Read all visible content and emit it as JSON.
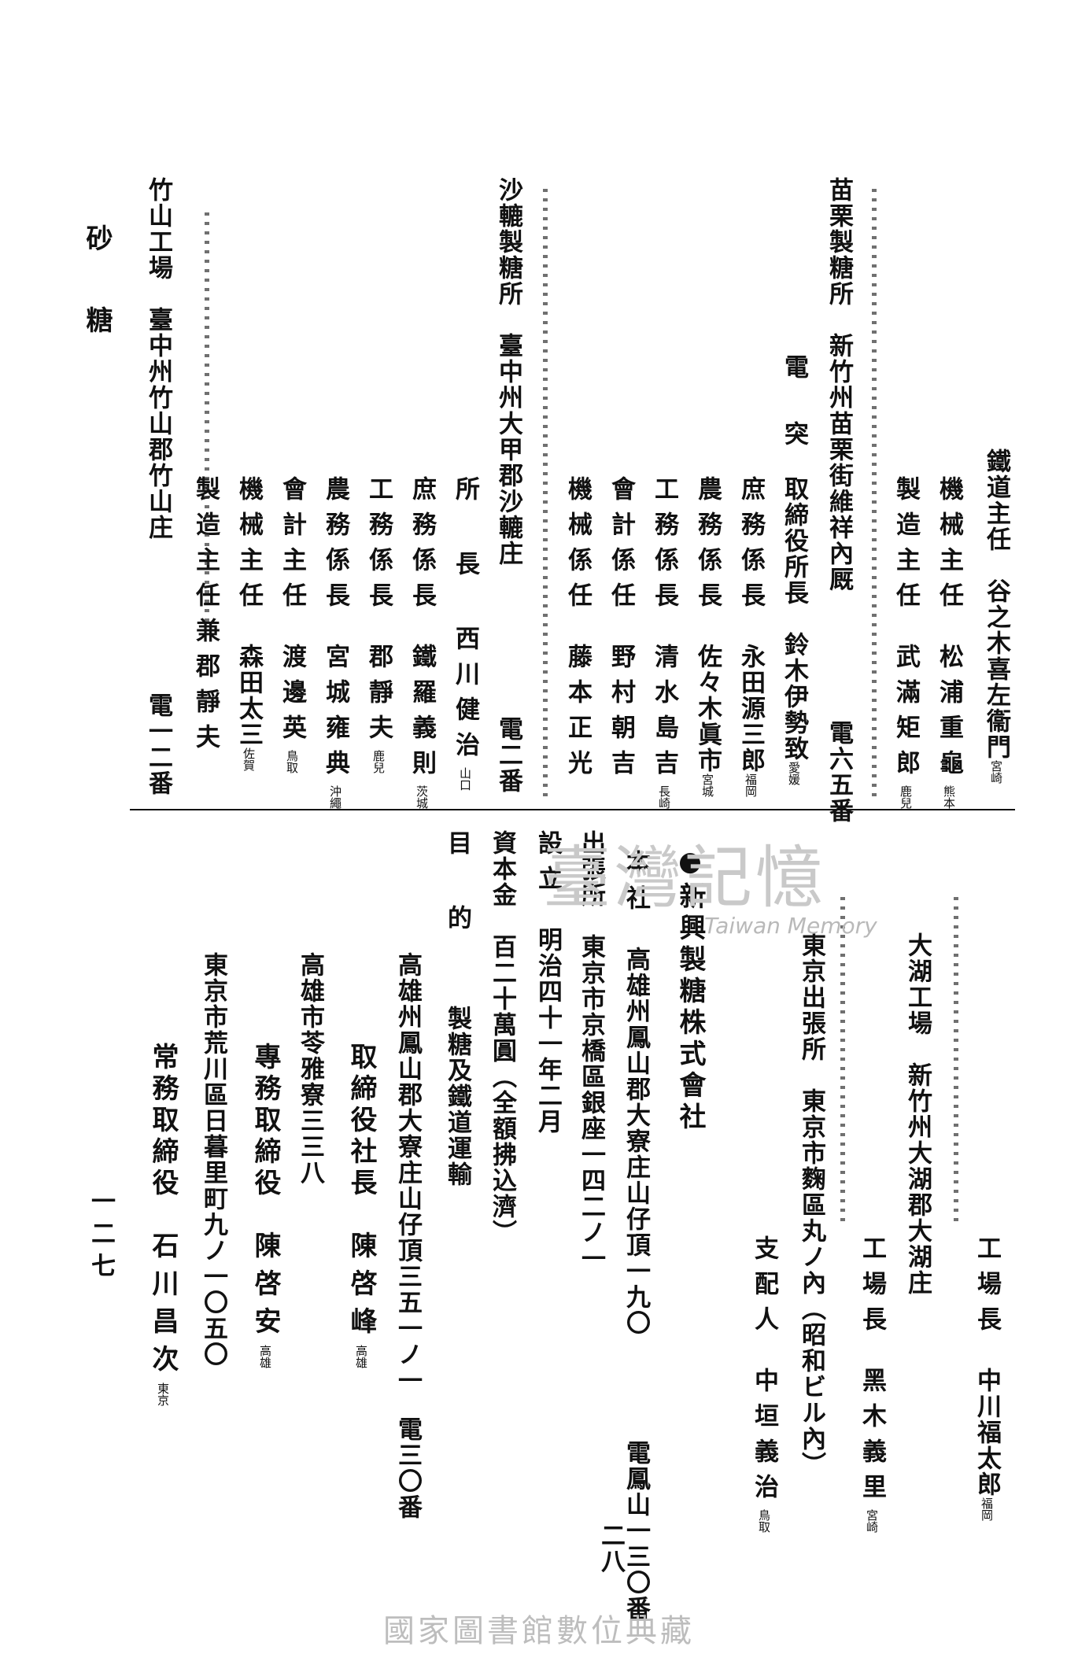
{
  "side_header": "砂糖",
  "page_number": "一二七",
  "upper": {
    "col_tetsudo": {
      "role": "鐵道主任",
      "name": "谷之木喜左衞門",
      "origin": "宮崎"
    },
    "col_kikai": {
      "role": "機械主任",
      "name": "松浦重龜",
      "origin": "熊本"
    },
    "col_seizo": {
      "role": "製造主任",
      "name": "武滿矩郎",
      "origin": "鹿兒"
    },
    "miaoli": {
      "title": "苗栗製糖所",
      "address": "新竹州苗栗街維祥內厩",
      "phone": "電六五番",
      "tel_small": "電",
      "dir_no": "突",
      "staff": [
        {
          "role": "取締役所長",
          "name": "鈴木伊勢致",
          "origin": "愛媛"
        },
        {
          "role": "庶務係長",
          "name": "永田源三郎",
          "origin": "福岡"
        },
        {
          "role": "農務係長",
          "name": "佐々木眞市",
          "origin": "宮城"
        },
        {
          "role": "工務係長",
          "name": "清水島吉",
          "origin": "長崎"
        },
        {
          "role": "會計係任",
          "name": "野村朝吉",
          "origin": ""
        },
        {
          "role": "機械係任",
          "name": "藤本正光",
          "origin": ""
        }
      ]
    },
    "salu": {
      "title": "沙轆製糖所",
      "address": "臺中州大甲郡沙轆庄",
      "phone": "電二番",
      "staff": [
        {
          "role": "所長",
          "name": "西川健治",
          "origin": "山口"
        },
        {
          "role": "庶務係長",
          "name": "鐵羅義則",
          "origin": "茨城"
        },
        {
          "role": "工務係長",
          "name": "郡靜夫",
          "origin": "鹿兒"
        },
        {
          "role": "農務係長",
          "name": "宮城雍典",
          "origin": "沖繩"
        },
        {
          "role": "會計主任",
          "name": "渡邊英",
          "origin": "鳥取"
        },
        {
          "role": "機械主任",
          "name": "森田太三",
          "origin": "佐賀"
        },
        {
          "role": "製造主任",
          "name": "兼郡靜夫",
          "origin": ""
        }
      ]
    },
    "zhushan": {
      "title": "竹山工場",
      "address": "臺中州竹山郡竹山庄",
      "phone": "電一二番"
    }
  },
  "lower": {
    "col_kojocho": {
      "role": "工場長",
      "name": "中川福太郎",
      "origin": "福岡"
    },
    "dahu": {
      "title": "大湖工場",
      "address": "新竹州大湖郡大湖庄",
      "staff": [
        {
          "role": "工場長",
          "name": "黑木義里",
          "origin": "宮崎"
        }
      ]
    },
    "tokyo_office": {
      "title": "東京出張所",
      "address": "東京市麴區丸ノ內（昭和ビル內）",
      "staff": [
        {
          "role": "支配人",
          "name": "中垣義治",
          "origin": "鳥取"
        }
      ]
    },
    "company": {
      "name": "●新興製糖株式會社",
      "hq_label": "本社",
      "hq": "高雄州鳳山郡大寮庄山仔頂一九〇",
      "hq_phone": "電鳳山一三〇番",
      "hq_phone2": "二八",
      "branch_label": "出張所",
      "branch": "東京市京橋區銀座一四二ノ一",
      "founded_label": "設立",
      "founded": "明治四十一年二月",
      "capital_label": "資本金",
      "capital": "百二十萬圓（全額拂込濟）",
      "purpose_label": "目的",
      "purpose": "製糖及鐵道運輸"
    },
    "addr_president": "高雄州鳳山郡大寮庄山仔頂三五一ノ一",
    "addr_president_phone": "電三〇番",
    "president": {
      "role": "取締役社長",
      "name": "陳啓峰",
      "origin": "高雄"
    },
    "addr_managing": "高雄市苓雅寮三三八",
    "managing": {
      "role": "專務取締役",
      "name": "陳啓安",
      "origin": "高雄"
    },
    "addr_ishikawa": "東京市荒川區日暮里町九ノ一〇五〇",
    "executive": {
      "role": "常務取締役",
      "name": "石川昌次",
      "origin": "東京"
    }
  },
  "watermark": {
    "main": "臺灣記憶",
    "sub": "Taiwan Memory"
  },
  "footer": "國家圖書館數位典藏"
}
